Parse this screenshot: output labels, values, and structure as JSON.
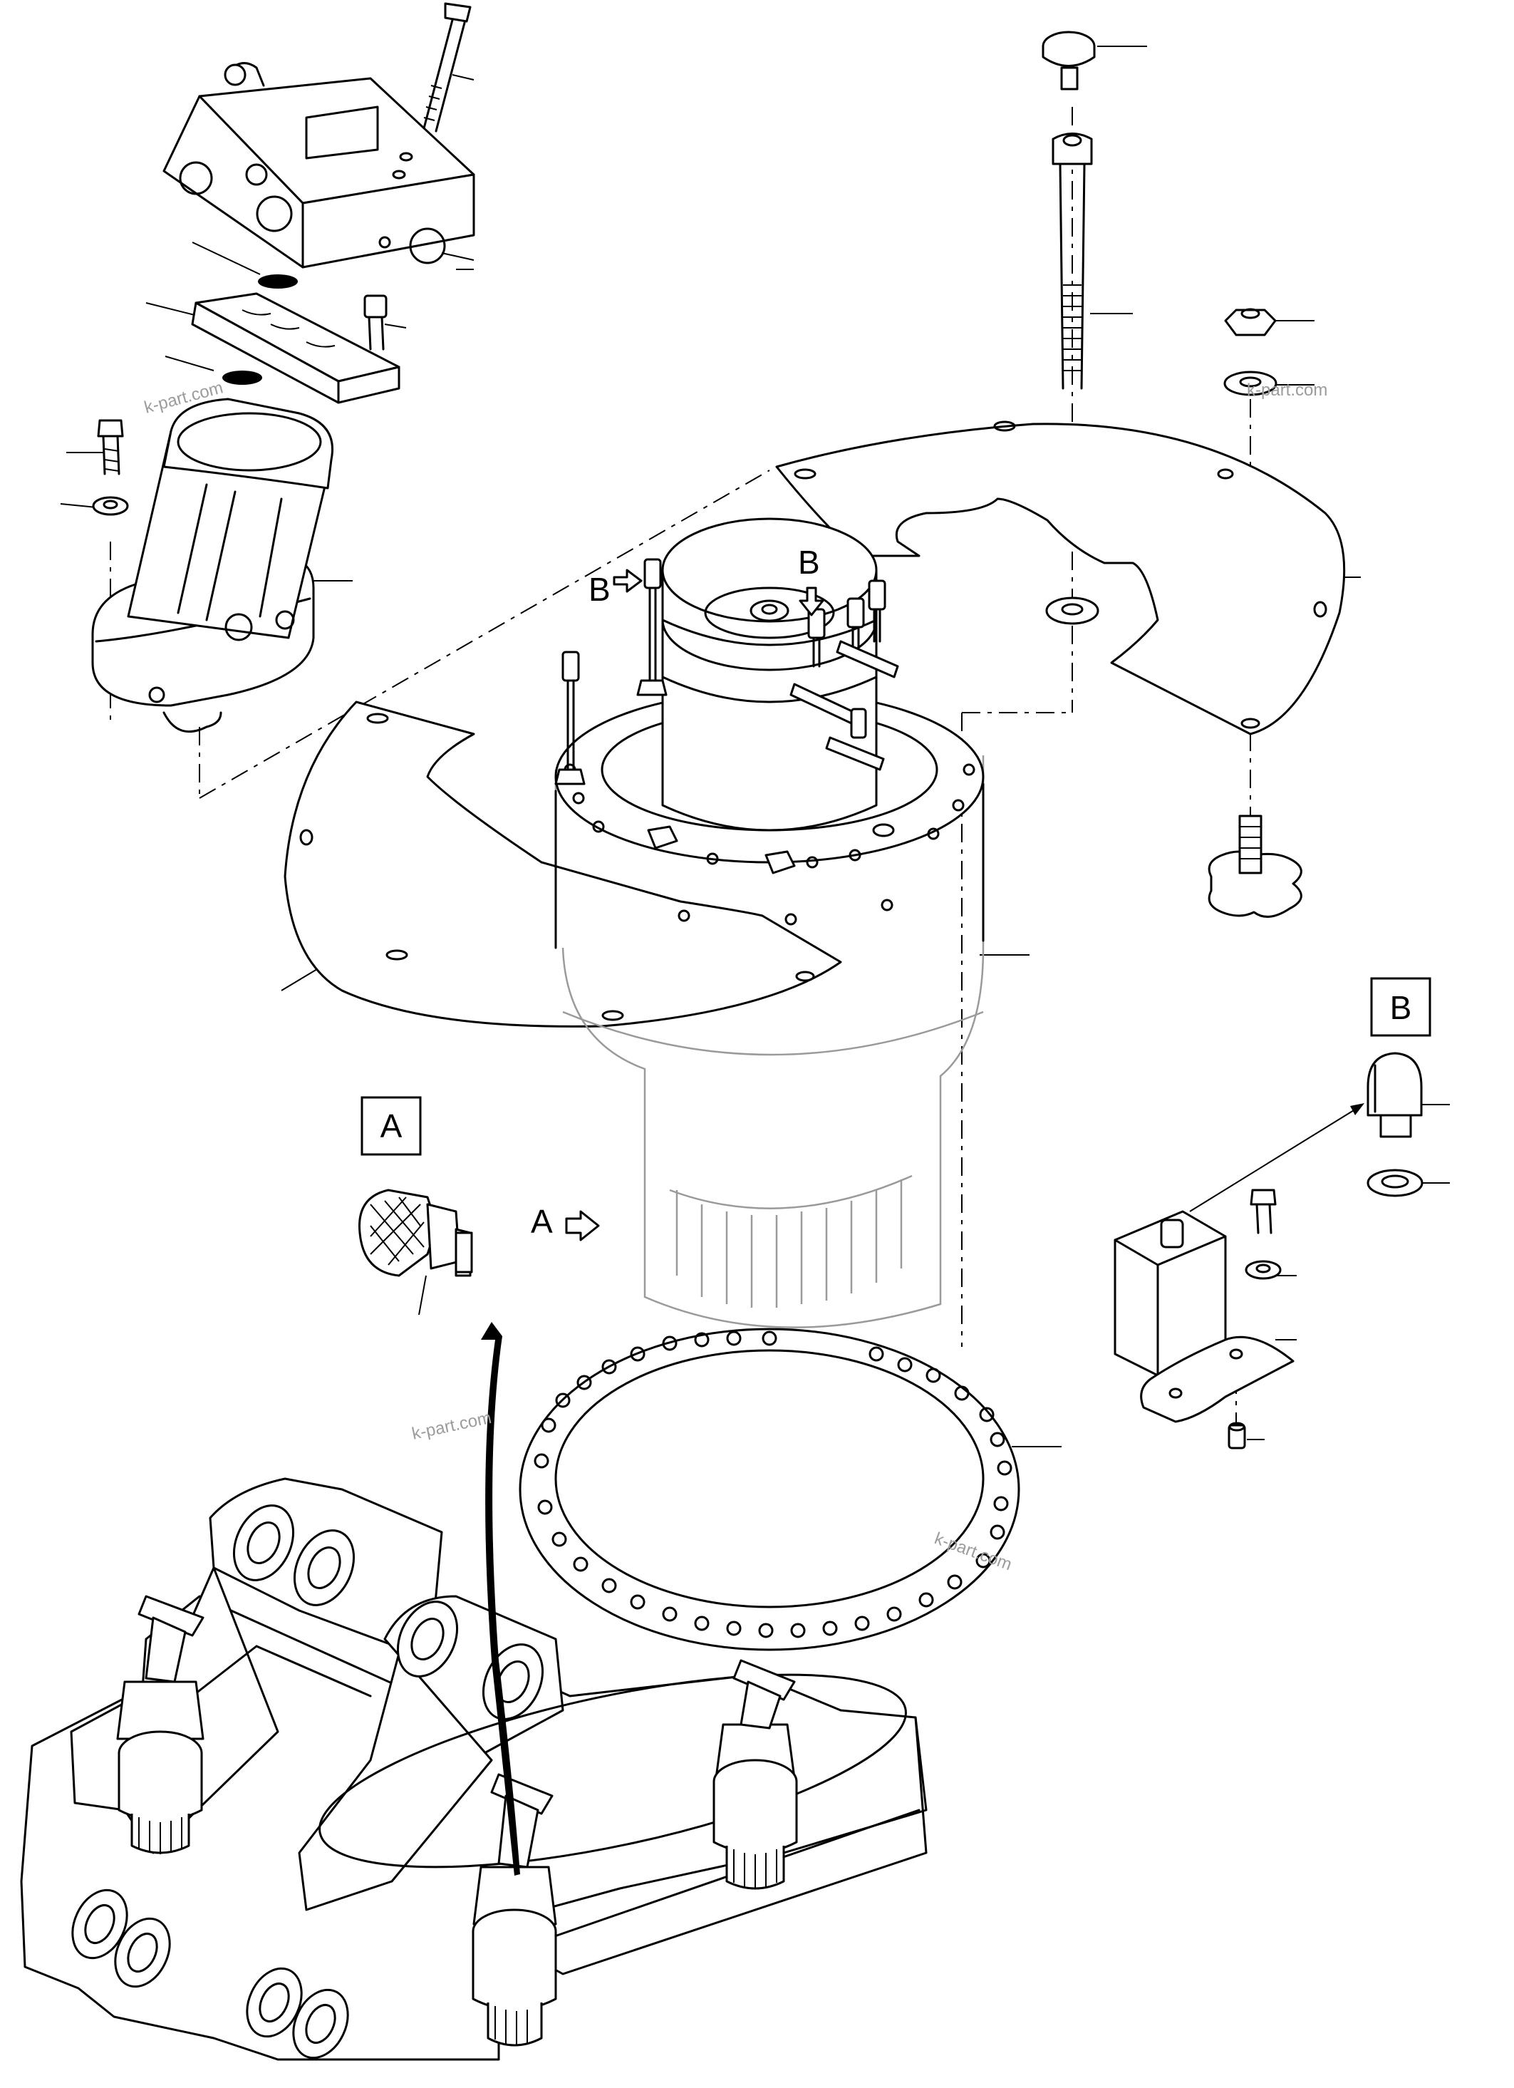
{
  "callouts": {
    "detail_a": "A",
    "detail_b": "B",
    "arrow_a": "A",
    "arrow_b1": "B",
    "arrow_b2": "B"
  },
  "watermarks": [
    "k-part.com",
    "k-part.com",
    "k-part.com",
    "k-part.com"
  ]
}
